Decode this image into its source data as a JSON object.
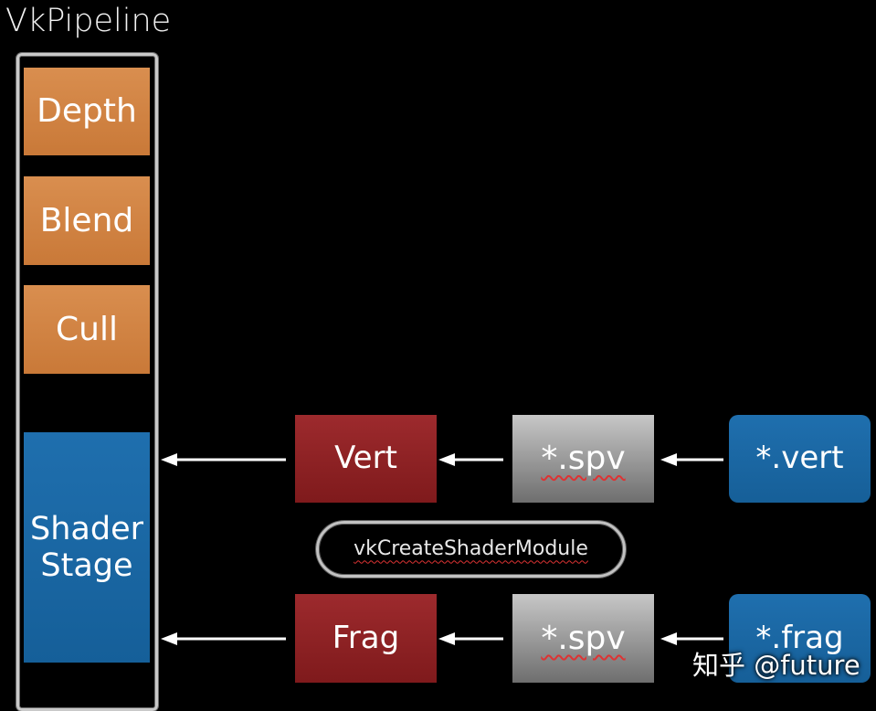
{
  "title": "VkPipeline",
  "pipeline_stages": {
    "depth": "Depth",
    "blend": "Blend",
    "cull": "Cull",
    "shader_stage_line1": "Shader",
    "shader_stage_line2": "Stage"
  },
  "modules": {
    "vert": "Vert",
    "frag": "Frag"
  },
  "spirv": {
    "top": "*.spv",
    "bottom": "*.spv"
  },
  "sources": {
    "vert": "*.vert",
    "frag": "*.frag"
  },
  "create_label": "vkCreateShaderModule",
  "watermark": "知乎 @future",
  "colors": {
    "background": "#000000",
    "orange_stage": "#d18543",
    "blue_stage": "#1a67a3",
    "red_module": "#8c2225",
    "gray_spv": "#9a9a9a",
    "arrow": "#ffffff"
  }
}
